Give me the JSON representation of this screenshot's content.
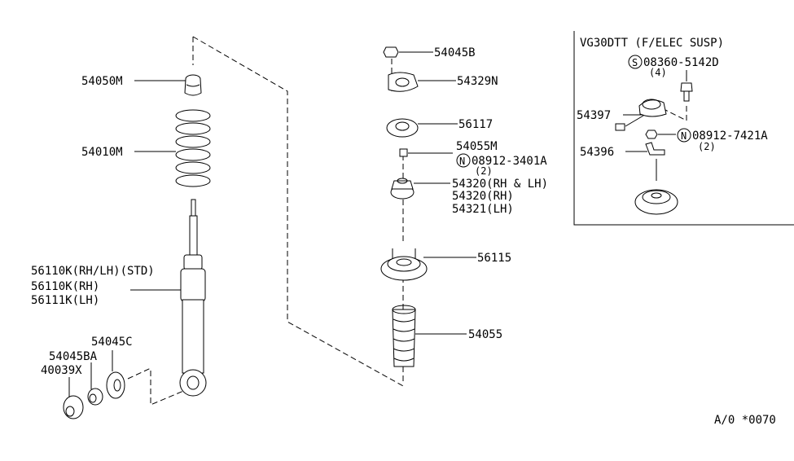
{
  "diagram": {
    "labels": {
      "bump_stopper": "54050M",
      "coil_spring": "54010M",
      "shock_std": "56110K(RH/LH)(STD)",
      "shock_rh": "56110K(RH)",
      "shock_lh": "56111K(LH)",
      "washer_c": "54045C",
      "bushing_ba": "54045BA",
      "bushing_x": "40039X",
      "nut_b": "54045B",
      "plate": "54329N",
      "seat": "56117",
      "nut_m": "54055M",
      "nut_m_part": "08912-3401A",
      "nut_m_qty": "(2)",
      "mount_rhlh": "54320(RH & LH)",
      "mount_rh": "54320(RH)",
      "mount_lh": "54321(LH)",
      "strut_mount": "56115",
      "boot": "54055"
    },
    "inset": {
      "title": "VG30DTT (F/ELEC SUSP)",
      "bolt_part": "08360-5142D",
      "bolt_qty": "(4)",
      "actuator": "54397",
      "nut_part": "08912-7421A",
      "nut_qty": "(2)",
      "bracket": "54396",
      "s_symbol": "S",
      "n_symbol": "N"
    },
    "n_symbol": "N",
    "diagram_code": "A/0 *0070"
  }
}
